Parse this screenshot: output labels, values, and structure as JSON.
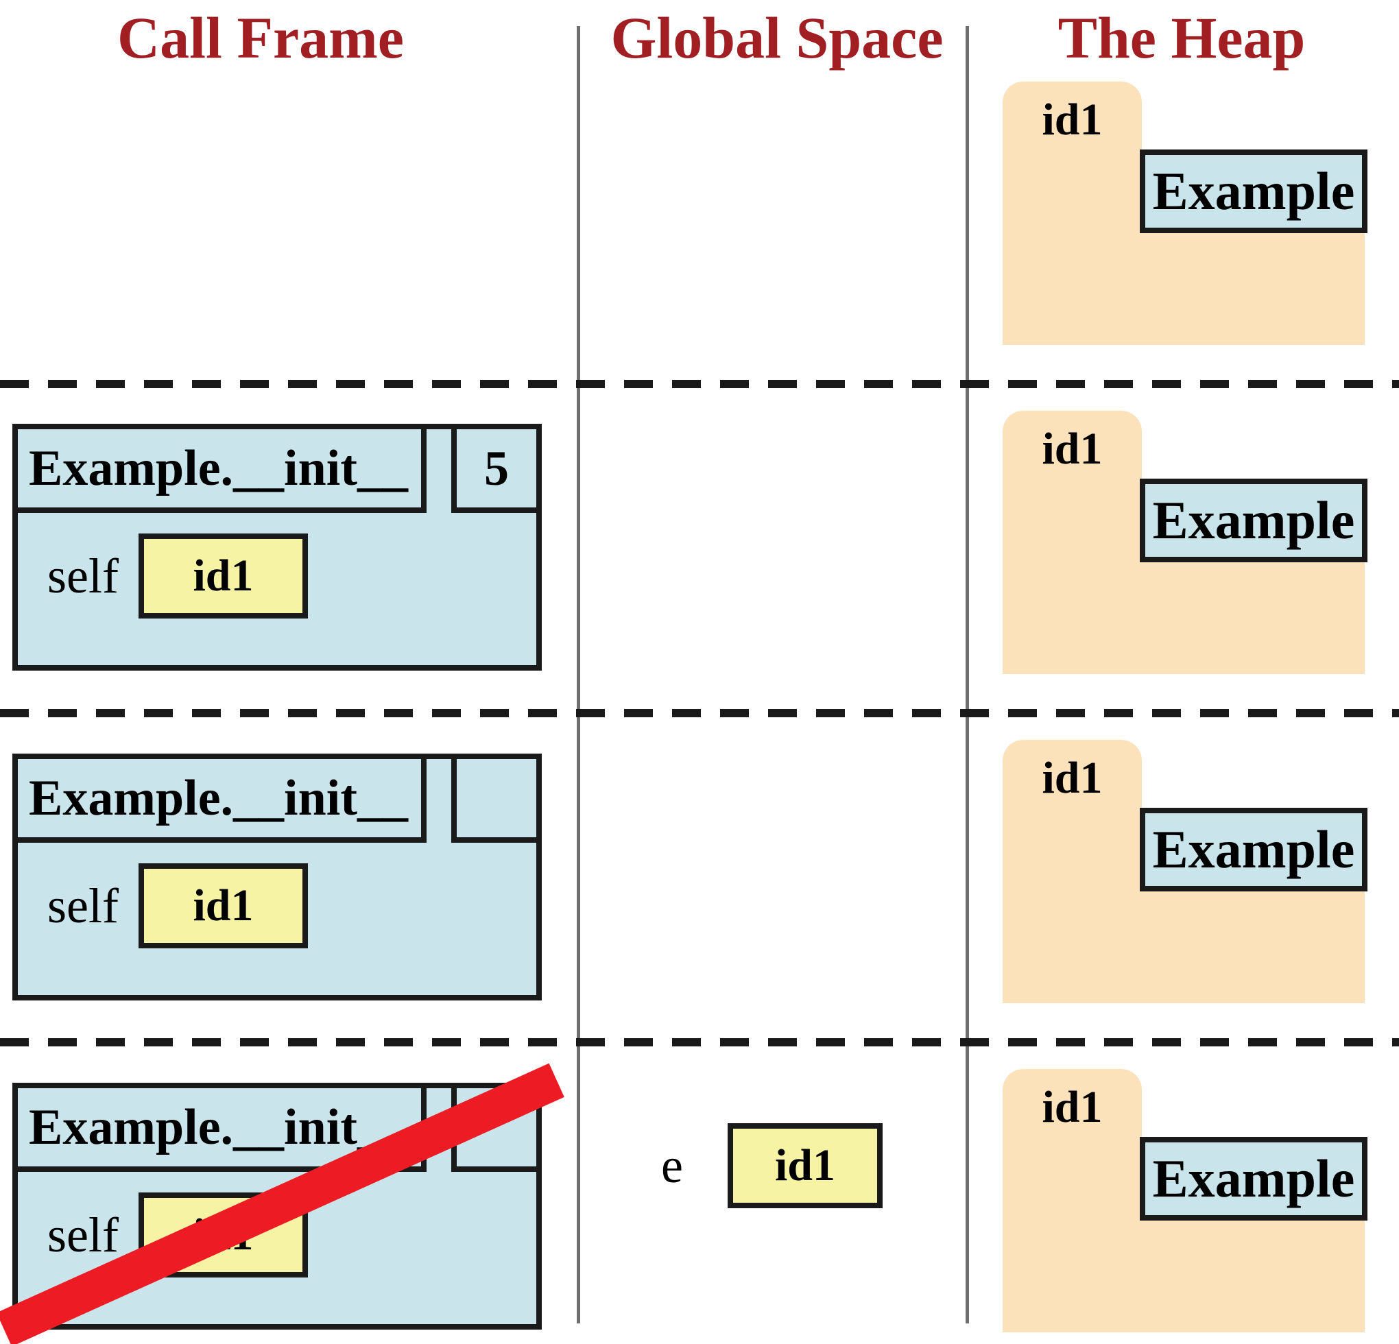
{
  "headers": {
    "call_frame": "Call Frame",
    "global_space": "Global Space",
    "heap": "The Heap"
  },
  "frames": [
    {
      "title": "Example.__init__",
      "counter": "5",
      "var": "self",
      "value": "id1",
      "crossed_out": false
    },
    {
      "title": "Example.__init__",
      "counter": "",
      "var": "self",
      "value": "id1",
      "crossed_out": false
    },
    {
      "title": "Example.__init__",
      "counter": "",
      "var": "self",
      "value": "id1",
      "crossed_out": true
    }
  ],
  "global_space": {
    "var": "e",
    "value": "id1"
  },
  "heap": {
    "folders": [
      {
        "tab": "id1",
        "class_name": "Example"
      },
      {
        "tab": "id1",
        "class_name": "Example"
      },
      {
        "tab": "id1",
        "class_name": "Example"
      },
      {
        "tab": "id1",
        "class_name": "Example"
      }
    ]
  },
  "colors": {
    "header_text": "#a11e22",
    "frame_fill": "#c9e4ea",
    "folder_fill": "#fce2ba",
    "value_fill": "#f7f3a4",
    "border": "#1a1a1a",
    "strikethrough": "#ed1c24",
    "column_divider": "#6f6f6f"
  }
}
